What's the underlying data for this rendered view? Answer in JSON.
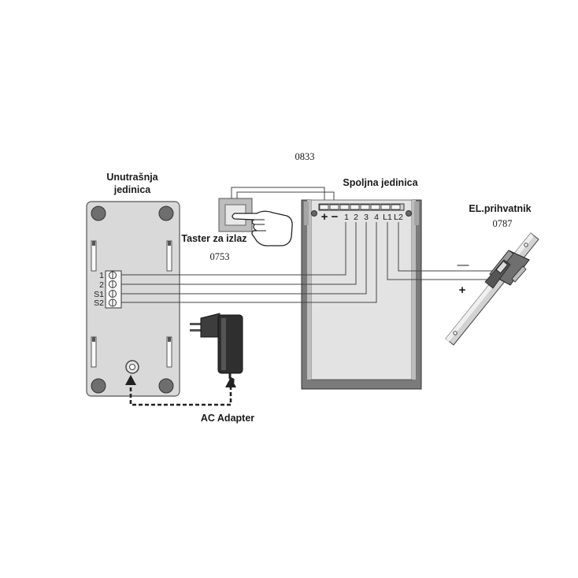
{
  "product_code": "0833",
  "indoor_unit": {
    "label_line1": "Unutrašnja",
    "label_line2": "jedinica",
    "terminals": [
      "1",
      "2",
      "S1",
      "S2"
    ]
  },
  "outdoor_unit": {
    "label": "Spoljna jedinica",
    "terminals": [
      "+",
      "−",
      "1",
      "2",
      "3",
      "4",
      "L1",
      "L2"
    ]
  },
  "exit_button": {
    "label": "Taster za izlaz",
    "code": "0753"
  },
  "door_strike": {
    "label": "EL.prihvatnik",
    "code": "0787",
    "minus": "—",
    "plus": "+"
  },
  "ac_adapter": {
    "label": "AC Adapter"
  }
}
